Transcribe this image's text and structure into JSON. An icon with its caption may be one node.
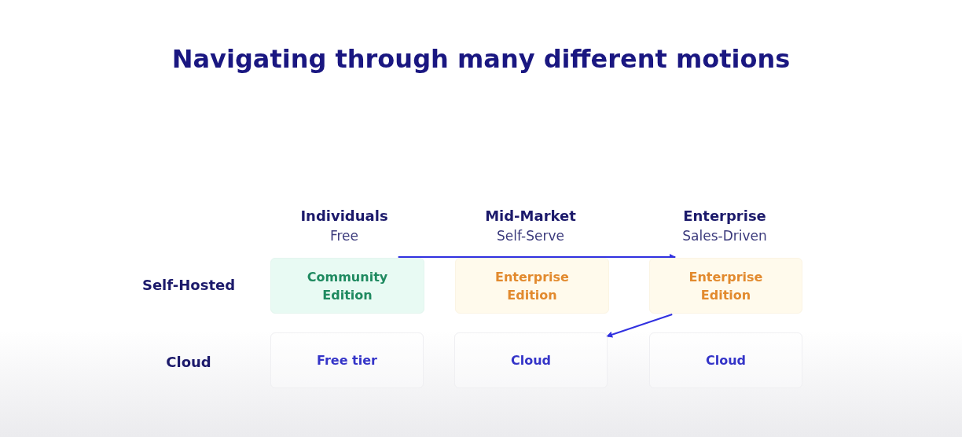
{
  "diagram": {
    "title": "Navigating through many different motions",
    "nodes": [
      {
        "text": [
          "Community Edition"
        ]
      },
      {
        "text": [
          "Enterprise Edition"
        ]
      },
      {
        "text": [
          "Enterprise Edition"
        ]
      },
      {
        "text": [
          "Free tier"
        ]
      },
      {
        "text": [
          "Cloud"
        ]
      },
      {
        "text": [
          "Cloud"
        ]
      }
    ],
    "edges": [
      {
        "from": 0,
        "to": 2,
        "arrow": "to"
      },
      {
        "from": 2,
        "to": 4,
        "arrow": "to"
      }
    ],
    "labels": [
      "Individuals",
      "Free",
      "Mid-Market",
      "Self-Serve",
      "Enterprise",
      "Sales-Driven",
      "Self-Hosted",
      "Cloud"
    ]
  }
}
